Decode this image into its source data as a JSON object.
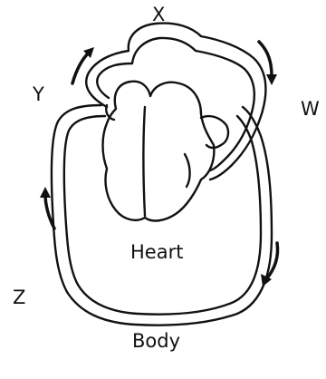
{
  "labels": {
    "x": "X",
    "y": "Y",
    "w": "W",
    "z": "Z",
    "heart": "Heart",
    "body": "Body"
  },
  "colors": {
    "line": "#111111",
    "background": "#ffffff"
  }
}
